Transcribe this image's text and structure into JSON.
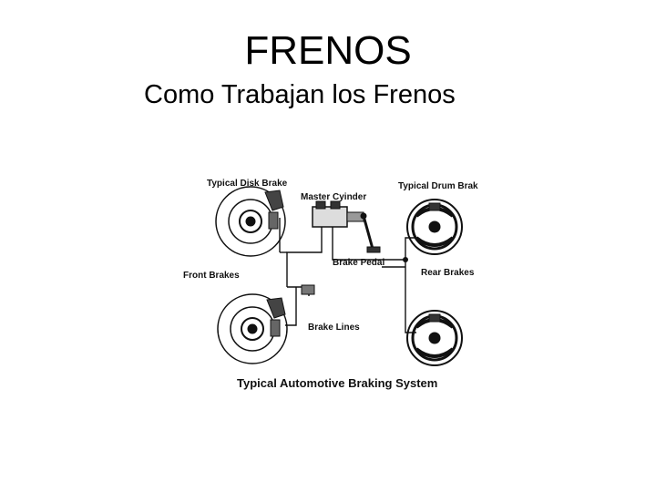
{
  "slide": {
    "title": "FRENOS",
    "subtitle": "Como Trabajan los Frenos"
  },
  "diagram": {
    "labels": {
      "disk_brake": "Typical Disk Brake",
      "master_cylinder": "Master Cyinder",
      "drum_brake": "Typical Drum Brake",
      "brake_pedal": "Brake Pedal",
      "front_brakes": "Front Brakes",
      "rear_brakes": "Rear Brakes",
      "brake_lines": "Brake Lines"
    },
    "caption": "Typical Automotive Braking System"
  }
}
